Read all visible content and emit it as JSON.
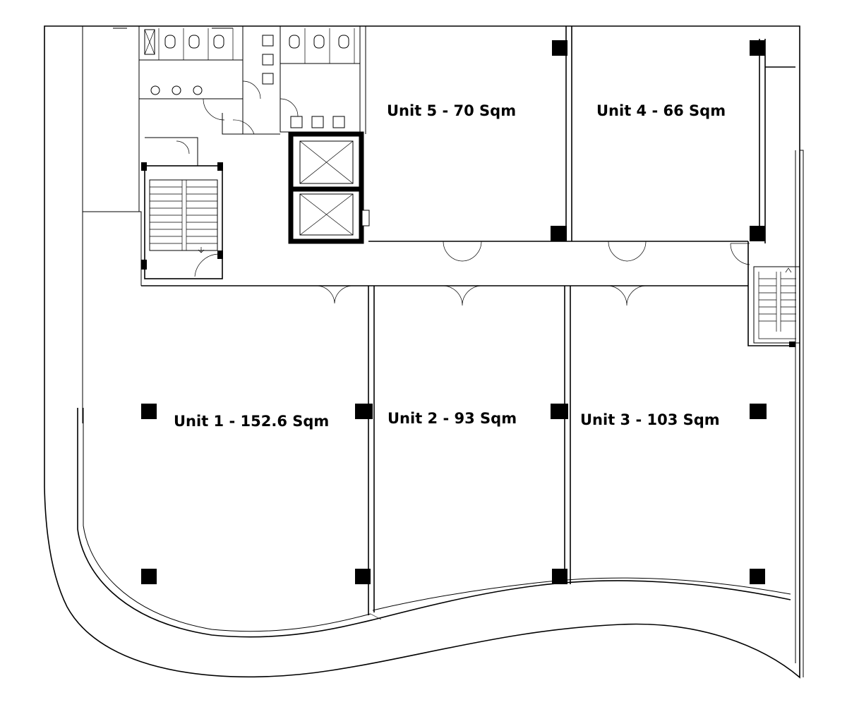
{
  "units": [
    {
      "id": "unit-1",
      "label": "Unit 1 - 152.6 Sqm"
    },
    {
      "id": "unit-2",
      "label": "Unit 2 - 93 Sqm"
    },
    {
      "id": "unit-3",
      "label": "Unit 3 - 103 Sqm"
    },
    {
      "id": "unit-4",
      "label": "Unit 4 - 66 Sqm"
    },
    {
      "id": "unit-5",
      "label": "Unit 5 - 70 Sqm"
    }
  ],
  "colors": {
    "line": "#000000",
    "background": "#ffffff"
  }
}
